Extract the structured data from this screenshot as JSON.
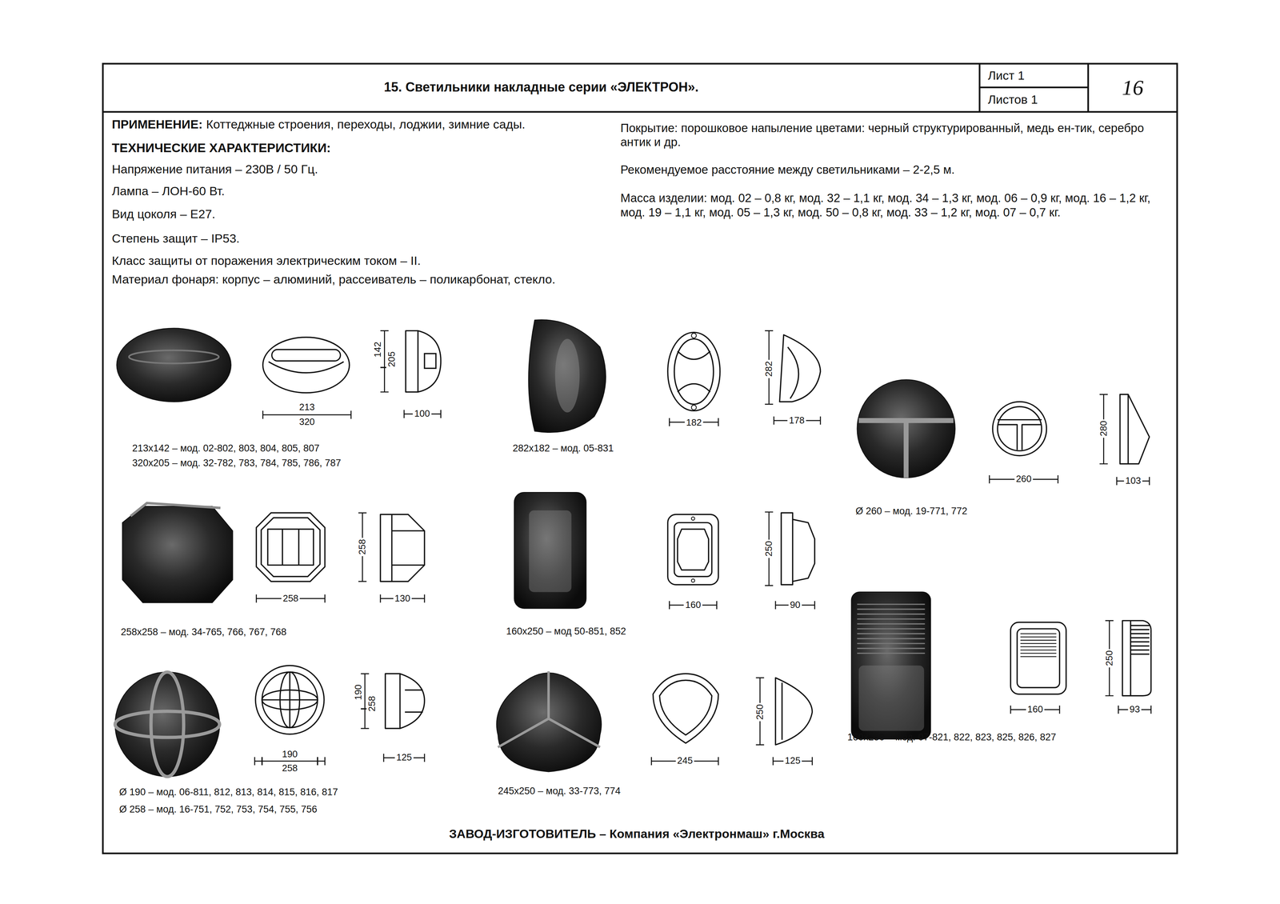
{
  "diagram": {
    "title": "15. Светильники накладные серии «ЭЛЕКТРОН».",
    "nodes": [
      {
        "text": [
          "Лист 1"
        ]
      },
      {
        "text": [
          "Листов 1"
        ]
      },
      {
        "text": [
          "16"
        ]
      }
    ],
    "labels": [
      "ПРИМЕНЕНИЕ:",
      "Коттеджные строения, переходы, лоджии, зимние сады.",
      "ТЕХНИЧЕСКИЕ ХАРАКТЕРИСТИКИ:",
      "Напряжение питания – 230В / 50 Гц.",
      "Лампа – ЛОН-60 Вт.",
      "Вид цоколя – Е27.",
      "Степень защит – IP53.",
      "Класс защиты от поражения электрическим током – II.",
      "Материал фонаря: корпус – алюминий, рассеиватель – поликарбонат, стекло.",
      "Покрытие: порошковое напыление цветами: черный структурированный, медь ен-тик, серебро антик и др.",
      "Рекомендуемое расстояние между светильниками – 2-2,5 м.",
      "Масса изделии: мод. 02 – 0,8 кг, мод. 32 – 1,1 кг, мод. 34 – 1,3 кг, мод. 06 – 0,9 кг, мод. 16 – 1,2 кг, мод. 19 – 1,1 кг, мод. 05 – 1,3 кг, мод. 50 – 0,8 кг, мод. 33 – 1,2 кг, мод. 07 – 0,7 кг.",
      "ЗАВОД-ИЗГОТОВИТЕЛЬ – Компания «Электронмаш» г.Москва",
      "213x142 – мод. 02-802, 803, 804, 805, 807",
      "320x205 – мод. 32-782, 783, 784, 785, 786, 787",
      "282x182 – мод. 05-831",
      "Ø 260 – мод. 19-771, 772",
      "258x258 – мод. 34-765, 766, 767, 768",
      "160x250 – мод 50-851, 852",
      "160x250 – мод. 07-821, 822, 823, 825, 826, 827",
      "Ø 190 – мод. 06-811, 812, 813, 814, 815, 816, 817",
      "Ø 258 – мод. 16-751, 752, 753, 754, 755, 756",
      "245x250 – мод. 33-773, 774",
      "213",
      "320",
      "142",
      "205",
      "100",
      "282",
      "182",
      "178",
      "260",
      "280",
      "103",
      "258",
      "258",
      "130",
      "250",
      "160",
      "90",
      "250",
      "160",
      "93",
      "190",
      "258",
      "190",
      "258",
      "125",
      "250",
      "245",
      "125"
    ]
  }
}
